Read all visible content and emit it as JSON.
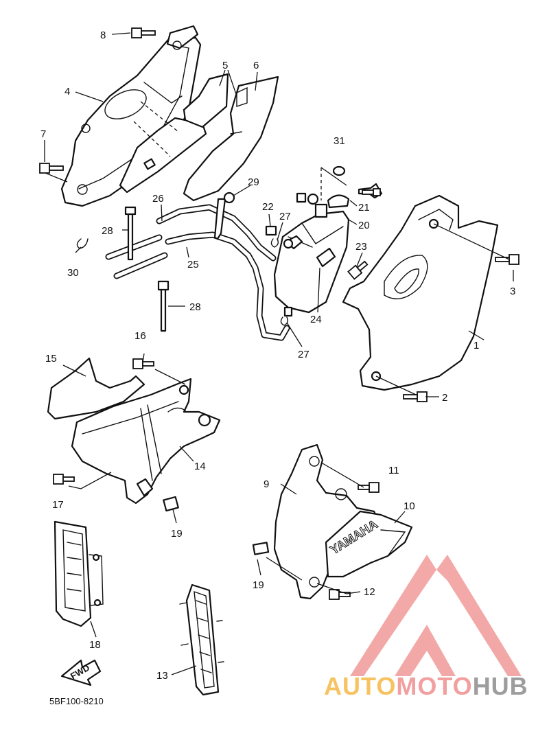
{
  "diagram": {
    "drawing_code": "5BF100-8210",
    "fwd_label": "FWD",
    "decal_text": "YAMAHA",
    "callouts": [
      {
        "label": "1"
      },
      {
        "label": "2"
      },
      {
        "label": "3"
      },
      {
        "label": "4"
      },
      {
        "label": "5"
      },
      {
        "label": "6"
      },
      {
        "label": "7"
      },
      {
        "label": "8"
      },
      {
        "label": "9"
      },
      {
        "label": "10"
      },
      {
        "label": "11"
      },
      {
        "label": "12"
      },
      {
        "label": "13"
      },
      {
        "label": "14"
      },
      {
        "label": "15"
      },
      {
        "label": "16"
      },
      {
        "label": "17"
      },
      {
        "label": "18"
      },
      {
        "label": "19"
      },
      {
        "label": "19"
      },
      {
        "label": "20"
      },
      {
        "label": "21"
      },
      {
        "label": "22"
      },
      {
        "label": "23"
      },
      {
        "label": "24"
      },
      {
        "label": "25"
      },
      {
        "label": "26"
      },
      {
        "label": "27"
      },
      {
        "label": "27"
      },
      {
        "label": "28"
      },
      {
        "label": "28"
      },
      {
        "label": "29"
      },
      {
        "label": "30"
      },
      {
        "label": "31"
      }
    ]
  },
  "watermark": {
    "text_part1": "AUTO",
    "text_part2": "MOTO",
    "text_part3": "HUB",
    "color_orange": "#f5b945",
    "color_red": "#ef8f8f",
    "color_gray": "#8c8c8c"
  }
}
